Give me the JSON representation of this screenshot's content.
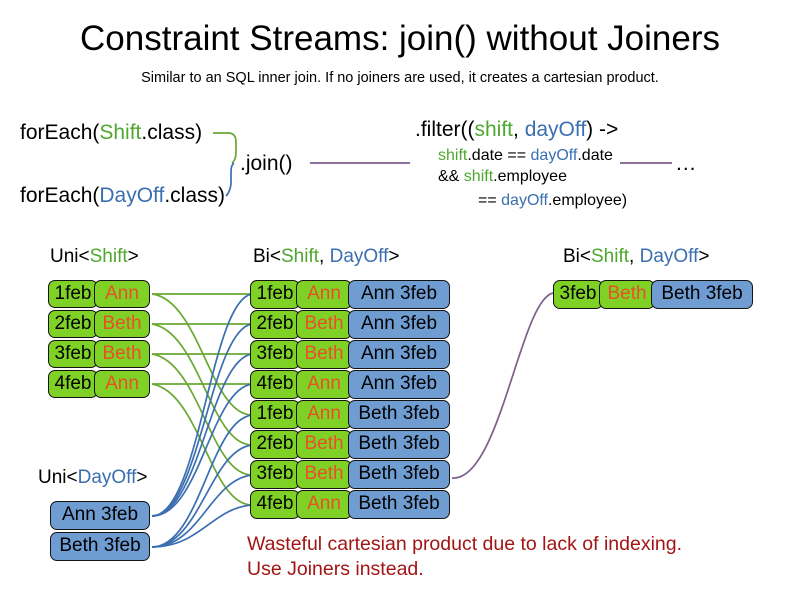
{
  "slide": {
    "title": "Constraint Streams: join() without Joiners",
    "subtitle": "Similar to an SQL inner join. If no joiners are used, it creates a cartesian product."
  },
  "colors": {
    "green_card": "#80d125",
    "blue_card": "#6f9dd2",
    "name_text": "#e8502a",
    "shift_type": "#4ea72e",
    "dayoff_type": "#3b6fb0",
    "warning": "#a31515",
    "wire_green": "#6aa832",
    "wire_blue": "#3b6fb0",
    "wire_purple": "#7b5e8c"
  },
  "code": {
    "foreach_shift": {
      "prefix": "forEach(",
      "type": "Shift",
      "suffix": ".class)"
    },
    "foreach_dayoff": {
      "prefix": "forEach(",
      "type": "DayOff",
      "suffix": ".class)"
    },
    "join": ".join()",
    "filter": {
      "line1_prefix": ".filter((",
      "line1_shift": "shift",
      "line1_comma": ", ",
      "line1_dayoff": "dayOff",
      "line1_suffix": ") ->",
      "line2_shift": "shift",
      "line2_mid": ".date == ",
      "line2_dayoff": "dayOff",
      "line2_end": ".date",
      "line3_prefix": "&& ",
      "line3_shift": "shift",
      "line3_end": ".employee",
      "line4_prefix": "== ",
      "line4_dayoff": "dayOff",
      "line4_end": ".employee)"
    },
    "ellipsis": "..."
  },
  "streams": {
    "uni_shift": {
      "prefix": "Uni<",
      "type": "Shift",
      "suffix": ">"
    },
    "uni_dayoff": {
      "prefix": "Uni<",
      "type": "DayOff",
      "suffix": ">"
    },
    "bi_middle": {
      "prefix": "Bi<",
      "type1": "Shift",
      "comma": ", ",
      "type2": "DayOff",
      "suffix": ">"
    },
    "bi_right": {
      "prefix": "Bi<",
      "type1": "Shift",
      "comma": ", ",
      "type2": "DayOff",
      "suffix": ">"
    }
  },
  "shift_cards": [
    {
      "date": "1feb",
      "name": "Ann"
    },
    {
      "date": "2feb",
      "name": "Beth"
    },
    {
      "date": "3feb",
      "name": "Beth"
    },
    {
      "date": "4feb",
      "name": "Ann"
    }
  ],
  "dayoff_cards": [
    {
      "label": "Ann 3feb"
    },
    {
      "label": "Beth 3feb"
    }
  ],
  "cartesian_cards": [
    {
      "date": "1feb",
      "name": "Ann",
      "dayoff": "Ann 3feb"
    },
    {
      "date": "2feb",
      "name": "Beth",
      "dayoff": "Ann 3feb"
    },
    {
      "date": "3feb",
      "name": "Beth",
      "dayoff": "Ann 3feb"
    },
    {
      "date": "4feb",
      "name": "Ann",
      "dayoff": "Ann 3feb"
    },
    {
      "date": "1feb",
      "name": "Ann",
      "dayoff": "Beth 3feb"
    },
    {
      "date": "2feb",
      "name": "Beth",
      "dayoff": "Beth 3feb"
    },
    {
      "date": "3feb",
      "name": "Beth",
      "dayoff": "Beth 3feb"
    },
    {
      "date": "4feb",
      "name": "Ann",
      "dayoff": "Beth 3feb"
    }
  ],
  "result_card": {
    "date": "3feb",
    "name": "Beth",
    "dayoff": "Beth 3feb"
  },
  "warning": {
    "line1": "Wasteful cartesian product due to lack of indexing.",
    "line2": "Use Joiners instead."
  }
}
